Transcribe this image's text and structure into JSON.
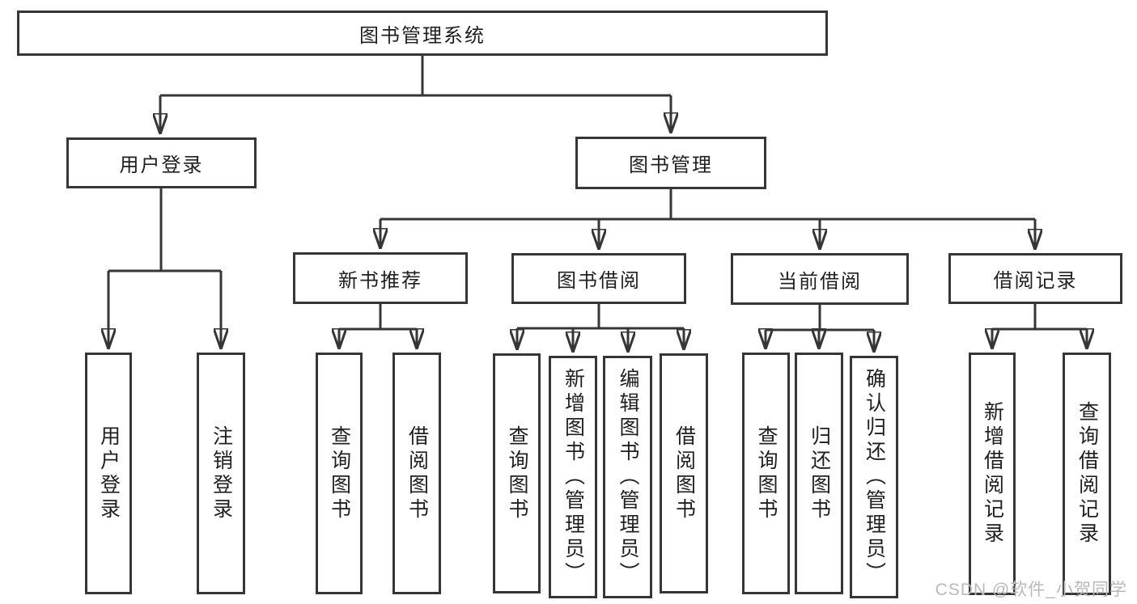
{
  "diagram": {
    "type": "hierarchy-flowchart",
    "title": "图书管理系统"
  },
  "colors": {
    "line": "#363636",
    "text": "#1f1f1f",
    "watermark": "#b9b9b9",
    "background": "#ffffff"
  },
  "tree": {
    "root": {
      "label": "图书管理系统"
    },
    "branches": [
      {
        "label": "用户登录",
        "leaves": [
          {
            "label": "用户登录"
          },
          {
            "label": "注销登录"
          }
        ]
      },
      {
        "label": "图书管理",
        "children": [
          {
            "label": "新书推荐",
            "leaves": [
              {
                "label": "查询图书"
              },
              {
                "label": "借阅图书"
              }
            ]
          },
          {
            "label": "图书借阅",
            "leaves": [
              {
                "label": "查询图书"
              },
              {
                "label": "新增图书（管理员）"
              },
              {
                "label": "编辑图书（管理员）"
              },
              {
                "label": "借阅图书"
              }
            ]
          },
          {
            "label": "当前借阅",
            "leaves": [
              {
                "label": "查询图书"
              },
              {
                "label": "归还图书"
              },
              {
                "label": "确认归还（管理员）"
              }
            ]
          },
          {
            "label": "借阅记录",
            "leaves": [
              {
                "label": "新增借阅记录"
              },
              {
                "label": "查询借阅记录"
              }
            ]
          }
        ]
      }
    ]
  },
  "watermark": {
    "text": "CSDN @软件_小贺同学"
  }
}
